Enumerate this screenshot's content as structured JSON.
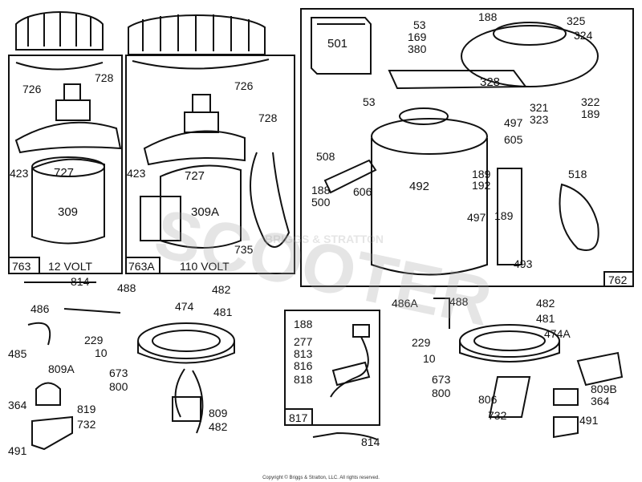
{
  "panels": [
    {
      "id": "763",
      "caption": "12 VOLT"
    },
    {
      "id": "763A",
      "caption": "110 VOLT"
    },
    {
      "id": "762",
      "caption": ""
    },
    {
      "id": "817",
      "caption": ""
    }
  ],
  "labels": [
    "726",
    "728",
    "423",
    "727",
    "309",
    "726",
    "728",
    "423",
    "727",
    "309A",
    "735",
    "501",
    "53",
    "169",
    "380",
    "188",
    "325",
    "324",
    "328",
    "53",
    "321",
    "323",
    "322",
    "189",
    "497",
    "605",
    "508",
    "188",
    "500",
    "606",
    "492",
    "189",
    "192",
    "497",
    "189",
    "518",
    "493",
    "814",
    "488",
    "486",
    "485",
    "474",
    "482",
    "481",
    "229",
    "10",
    "809A",
    "673",
    "800",
    "364",
    "819",
    "732",
    "491",
    "809",
    "482",
    "188",
    "277",
    "813",
    "816",
    "818",
    "814",
    "486A",
    "488",
    "482",
    "481",
    "474A",
    "229",
    "10",
    "673",
    "800",
    "806",
    "732",
    "809B",
    "364",
    "491"
  ],
  "watermark": {
    "line1": "SCOOTER",
    "line2": "BRIGGS & STRATTON"
  },
  "copyright": "Copyright © Briggs & Stratton, LLC. All rights reserved."
}
